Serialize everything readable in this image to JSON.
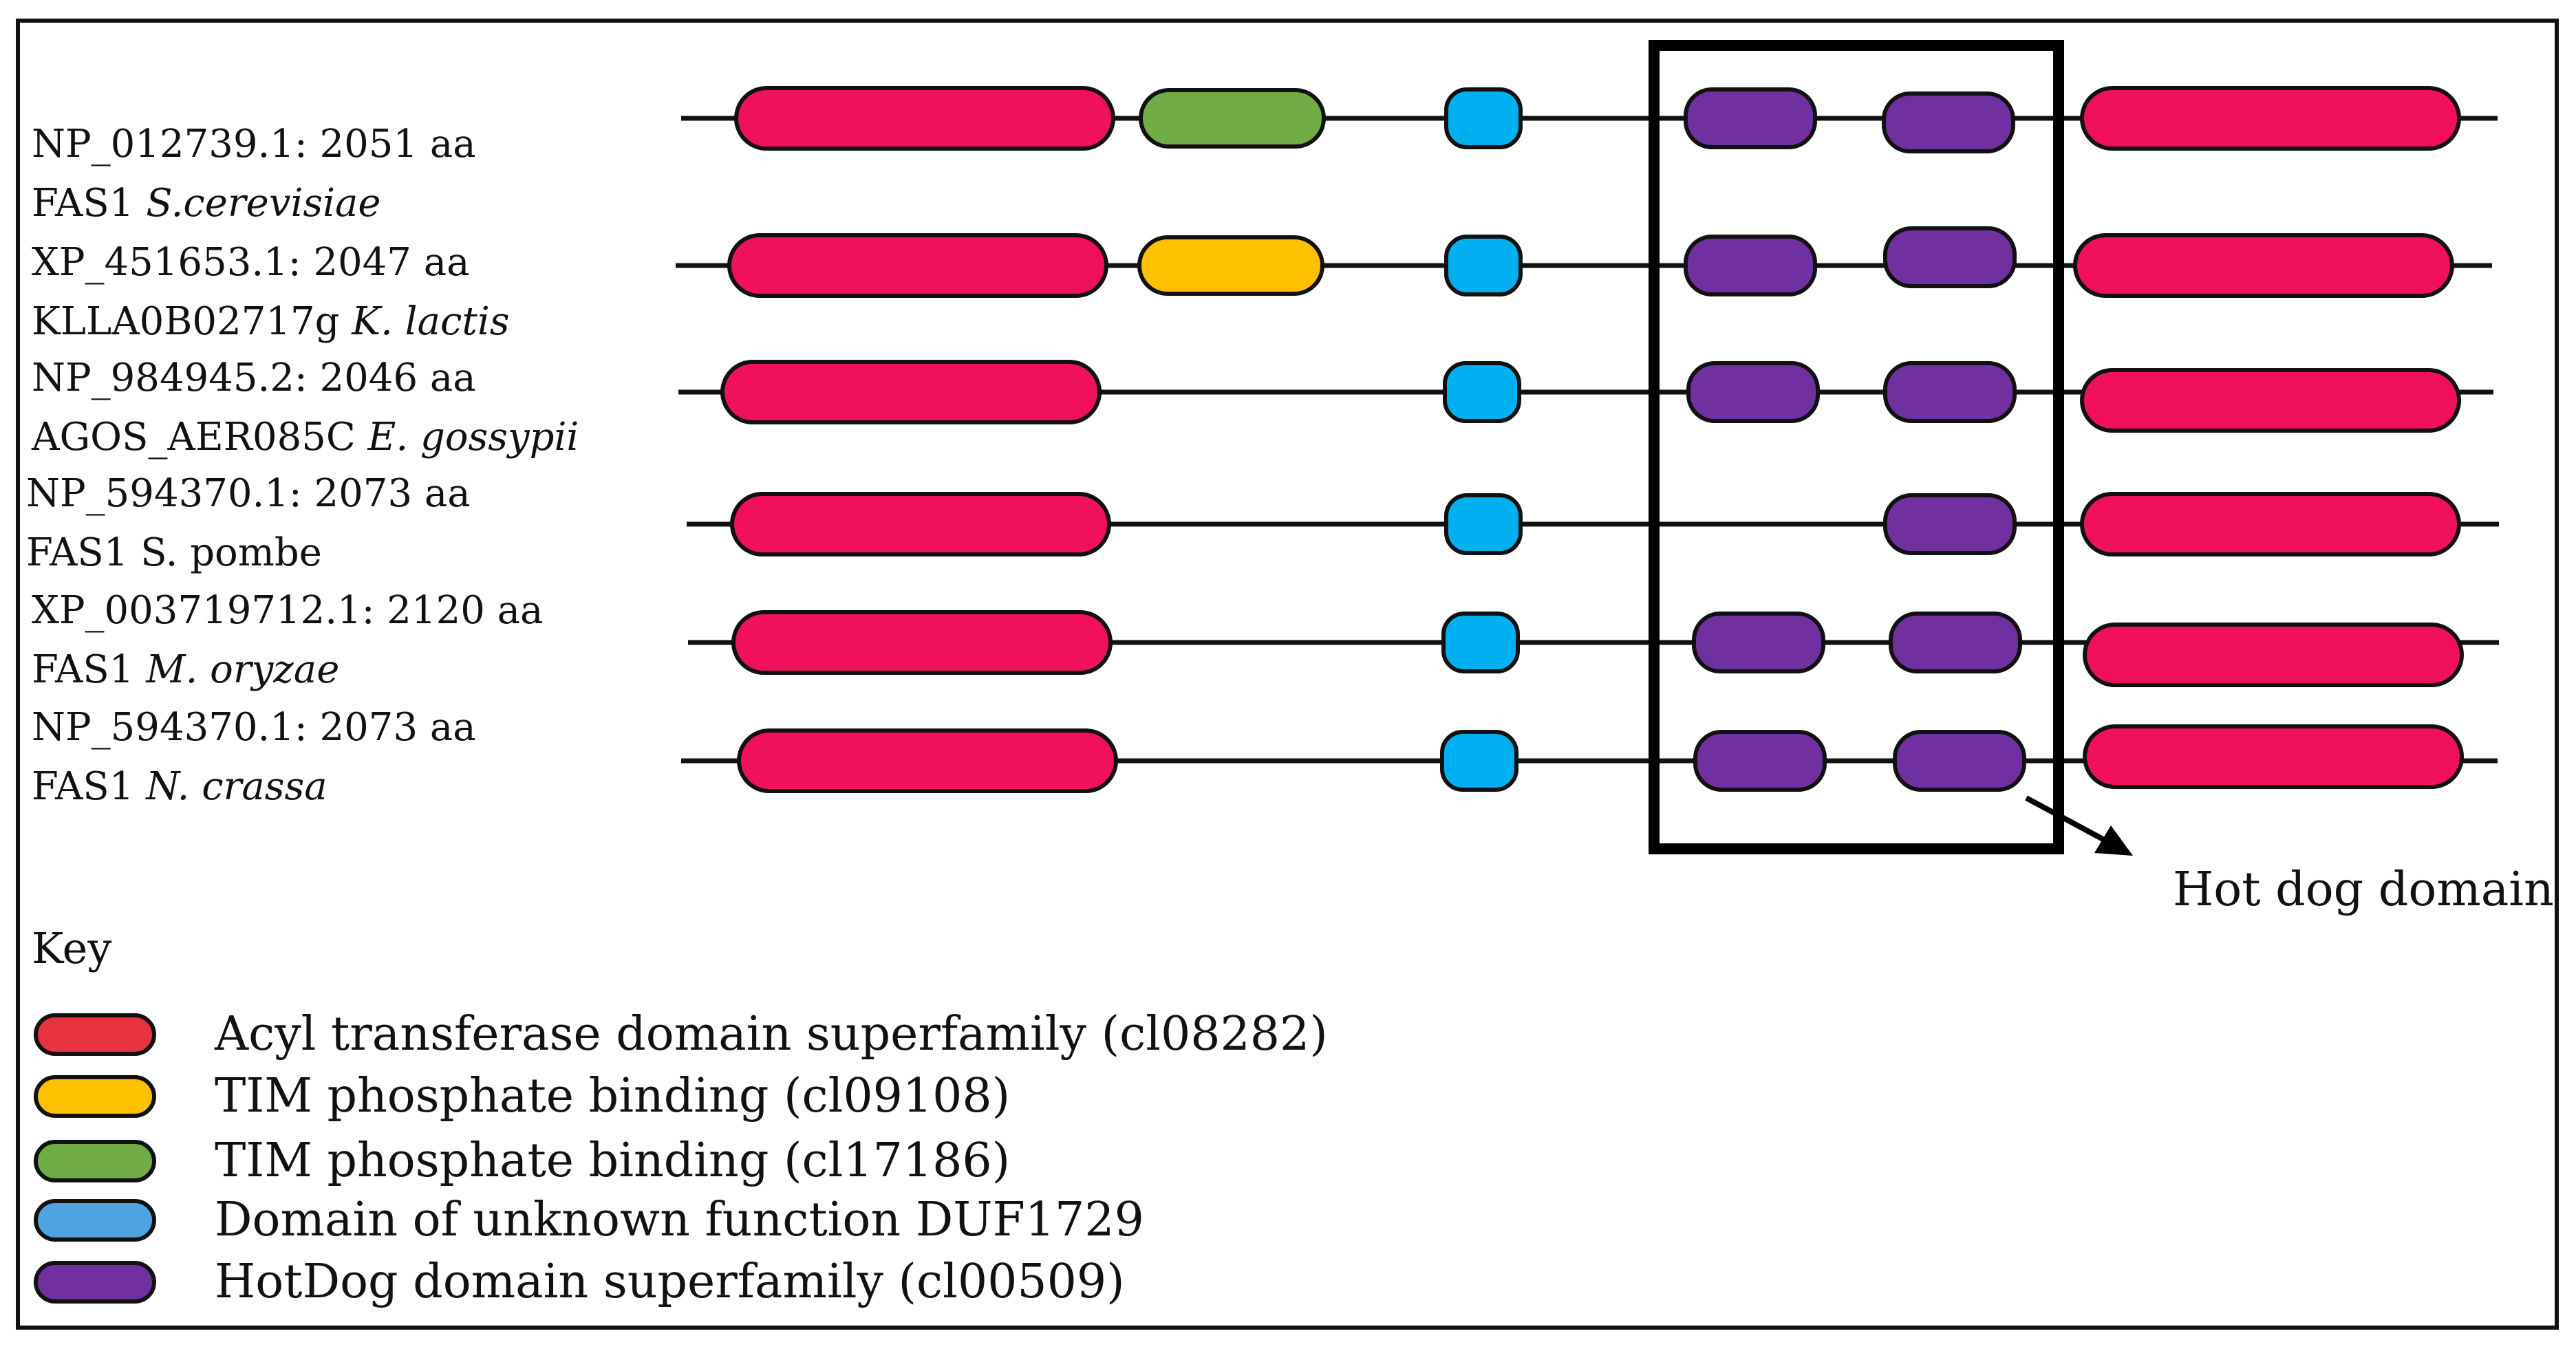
{
  "diagram": {
    "hotdog_annotation": "Hot dog domain",
    "rows": [
      {
        "line1": "NP_012739.1:   2051 aa",
        "line2_plain": "FAS1 ",
        "line2_italic": "S.cerevisiae",
        "domains": [
          "acyl",
          "tim_cl17186",
          "duf",
          "hotdog",
          "hotdog",
          "acyl"
        ]
      },
      {
        "line1": "XP_451653.1:   2047 aa",
        "line2_plain": "KLLA0B02717g ",
        "line2_italic": "K. lactis",
        "domains": [
          "acyl",
          "tim_cl09108",
          "duf",
          "hotdog",
          "hotdog",
          "acyl"
        ]
      },
      {
        "line1": "NP_984945.2: 2046 aa",
        "line2_plain": "AGOS_AER085C ",
        "line2_italic": "E. gossypii",
        "domains": [
          "acyl",
          "duf",
          "hotdog",
          "hotdog",
          "acyl"
        ]
      },
      {
        "line1": "NP_594370.1: 2073 aa",
        "line2_plain": "FAS1 S. pombe",
        "line2_italic": "",
        "domains": [
          "acyl",
          "duf",
          "hotdog",
          "acyl"
        ]
      },
      {
        "line1": "XP_003719712.1: 2120 aa",
        "line2_plain": "FAS1 ",
        "line2_italic": "M. oryzae",
        "domains": [
          "acyl",
          "duf",
          "hotdog",
          "hotdog",
          "acyl"
        ]
      },
      {
        "line1": "NP_594370.1: 2073 aa",
        "line2_plain": "FAS1 ",
        "line2_italic": "N. crassa",
        "domains": [
          "acyl",
          "duf",
          "hotdog",
          "hotdog",
          "acyl"
        ]
      }
    ]
  },
  "key": {
    "title": "Key",
    "items": [
      {
        "type": "acyl",
        "label": "Acyl transferase domain superfamily (cl08282)"
      },
      {
        "type": "tim_cl09108",
        "label": "TIM phosphate binding (cl09108)"
      },
      {
        "type": "tim_cl17186",
        "label": "TIM phosphate binding (cl17186)"
      },
      {
        "type": "duf",
        "label": "Domain of unknown function DUF1729"
      },
      {
        "type": "hotdog",
        "label": "HotDog domain superfamily (cl00509)"
      }
    ]
  },
  "colors": {
    "acyl": "#f0105e",
    "acyl_key": "#e8323f",
    "tim_cl09108": "#ffc000",
    "tim_cl17186": "#70ad47",
    "duf": "#00b0f0",
    "duf_key": "#4fa3e0",
    "hotdog": "#7030a0",
    "line": "#111111"
  }
}
